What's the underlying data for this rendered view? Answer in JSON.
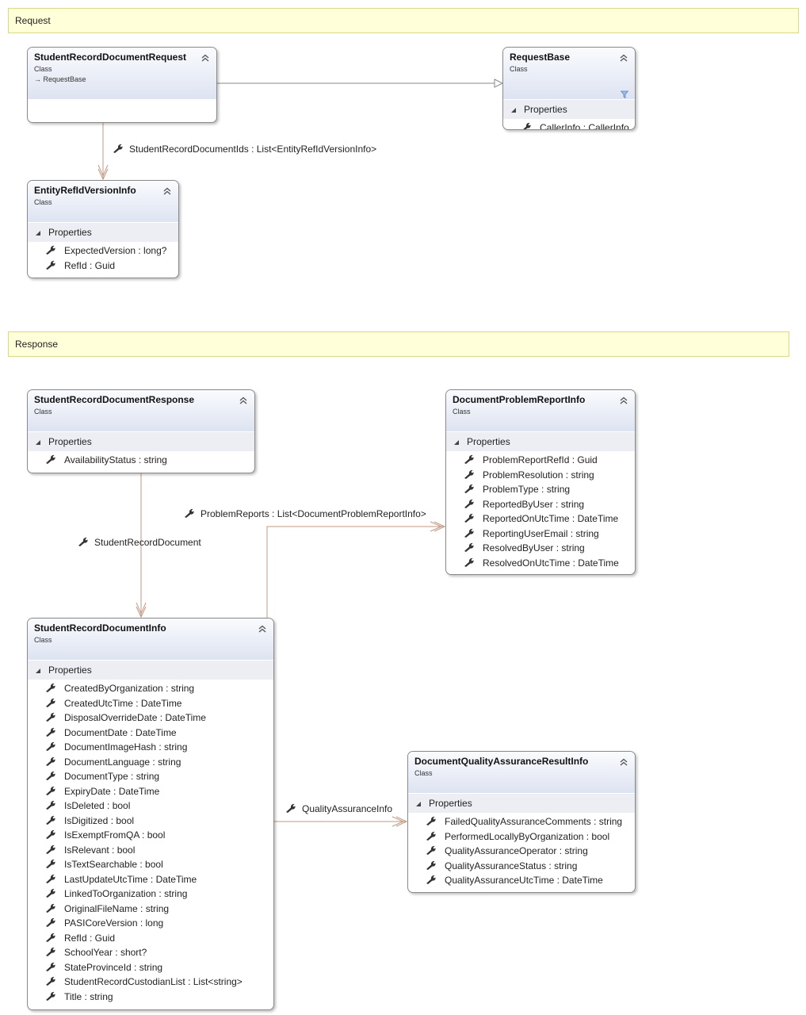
{
  "groups": [
    {
      "label": "Request"
    },
    {
      "label": "Response"
    }
  ],
  "classes": [
    {
      "name": "StudentRecordDocumentRequest",
      "stereotype": "Class",
      "base": "RequestBase",
      "section": "",
      "properties": []
    },
    {
      "name": "RequestBase",
      "stereotype": "Class",
      "filter": true,
      "section": "Properties",
      "properties": [
        "CallerInfo : CallerInfo"
      ]
    },
    {
      "name": "EntityRefIdVersionInfo",
      "stereotype": "Class",
      "section": "Properties",
      "properties": [
        "ExpectedVersion : long?",
        "RefId : Guid"
      ]
    },
    {
      "name": "StudentRecordDocumentResponse",
      "stereotype": "Class",
      "section": "Properties",
      "properties": [
        "AvailabilityStatus : string"
      ]
    },
    {
      "name": "DocumentProblemReportInfo",
      "stereotype": "Class",
      "section": "Properties",
      "properties": [
        "ProblemReportRefId : Guid",
        "ProblemResolution : string",
        "ProblemType : string",
        "ReportedByUser : string",
        "ReportedOnUtcTime : DateTime",
        "ReportingUserEmail : string",
        "ResolvedByUser : string",
        "ResolvedOnUtcTime : DateTime"
      ]
    },
    {
      "name": "StudentRecordDocumentInfo",
      "stereotype": "Class",
      "section": "Properties",
      "properties": [
        "CreatedByOrganization : string",
        "CreatedUtcTime : DateTime",
        "DisposalOverrideDate : DateTime",
        "DocumentDate : DateTime",
        "DocumentImageHash : string",
        "DocumentLanguage : string",
        "DocumentType : string",
        "ExpiryDate : DateTime",
        "IsDeleted : bool",
        "IsDigitized : bool",
        "IsExemptFromQA : bool",
        "IsRelevant : bool",
        "IsTextSearchable : bool",
        "LastUpdateUtcTime : DateTime",
        "LinkedToOrganization : string",
        "OriginalFileName : string",
        "PASICoreVersion : long",
        "RefId : Guid",
        "SchoolYear : short?",
        "StateProvinceId : string",
        "StudentRecordCustodianList : List<string>",
        "Title : string"
      ]
    },
    {
      "name": "DocumentQualityAssuranceResultInfo",
      "stereotype": "Class",
      "section": "Properties",
      "properties": [
        "FailedQualityAssuranceComments : string",
        "PerformedLocallyByOrganization : bool",
        "QualityAssuranceOperator : string",
        "QualityAssuranceStatus : string",
        "QualityAssuranceUtcTime : DateTime"
      ]
    }
  ],
  "associations": [
    {
      "label": "StudentRecordDocumentIds : List<EntityRefIdVersionInfo>",
      "from": "StudentRecordDocumentRequest",
      "to": "EntityRefIdVersionInfo"
    },
    {
      "label": "StudentRecordDocument",
      "from": "StudentRecordDocumentResponse",
      "to": "StudentRecordDocumentInfo"
    },
    {
      "label": "ProblemReports : List<DocumentProblemReportInfo>",
      "from": "StudentRecordDocumentInfo",
      "to": "DocumentProblemReportInfo"
    },
    {
      "label": "QualityAssuranceInfo",
      "from": "StudentRecordDocumentInfo",
      "to": "DocumentQualityAssuranceResultInfo"
    }
  ],
  "inheritance": [
    {
      "from": "StudentRecordDocumentRequest",
      "to": "RequestBase"
    }
  ],
  "colors": {
    "association": "#c09a82",
    "inheritance": "#8a8a8a",
    "group_fill": "#ffffd9"
  }
}
